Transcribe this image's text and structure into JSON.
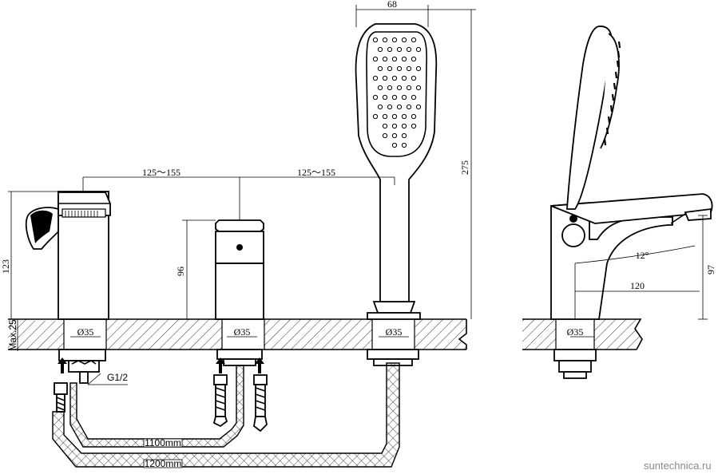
{
  "labels": {
    "spacing_left": "125～155",
    "spacing_right": "125～155",
    "height_left": "123",
    "height_mid": "96",
    "height_shower": "275",
    "width_shower": "68",
    "max_deck": "Max.25",
    "diam_1": "Ø35",
    "diam_2": "Ø35",
    "diam_3": "Ø35",
    "diam_side": "Ø35",
    "thread": "G1/2",
    "hose_short": "1100mm",
    "hose_long": "1200mm",
    "angle": "12°",
    "reach": "120",
    "height_side": "97"
  },
  "watermark": "suntechnica.ru",
  "colors": {
    "line": "#000000",
    "background": "#ffffff",
    "watermark": "#8a8a8a"
  }
}
